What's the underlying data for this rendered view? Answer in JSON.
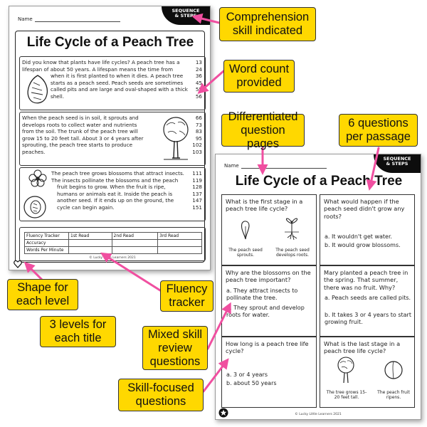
{
  "sheet1": {
    "name_label": "Name",
    "corner_line1": "SEQUENCE",
    "corner_line2": "& STEPS",
    "title": "Life Cycle of a Peach Tree",
    "passage1_lines": [
      "Did you know that plants have life cycles? A peach tree has a",
      "lifespan of about 50 years. A lifespan means the time from",
      "when it is first planted to when it dies. A peach tree",
      "starts as a peach seed. Peach seeds are sometimes",
      "called pits and are large and oval-shaped with a thick",
      "shell."
    ],
    "passage1_counts": [
      "13",
      "24",
      "36",
      "45",
      "55",
      "56"
    ],
    "passage2_lines": [
      "When the peach seed is in soil, it sprouts and",
      "develops roots to collect water and nutrients",
      "from the soil. The trunk of the peach tree will",
      "grow 15 to 20 feet tall. About 3 or 4 years after",
      "sprouting, the peach tree starts to produce",
      "peaches."
    ],
    "passage2_counts": [
      "66",
      "73",
      "83",
      "95",
      "102",
      "103"
    ],
    "passage3_lines": [
      "The peach tree grows blossoms that attract insects.",
      "The insects pollinate the blossoms and the peach",
      "fruit begins to grow. When the fruit is ripe,",
      "humans or animals eat it. Inside the peach is",
      "another seed. If it ends up on the ground, the",
      "cycle can begin again."
    ],
    "passage3_counts": [
      "111",
      "119",
      "128",
      "137",
      "147",
      "151"
    ],
    "fluency": {
      "headers": [
        "Fluency Tracker",
        "1st Read",
        "2nd Read",
        "3rd Read"
      ],
      "rows": [
        "Accuracy",
        "Words Per Minute"
      ]
    },
    "copyright": "© Lucky Little Learners 2021"
  },
  "sheet2": {
    "name_label": "Name",
    "corner_line1": "SEQUENCE",
    "corner_line2": "& STEPS",
    "title": "Life Cycle of a Peach Tree",
    "q1": {
      "text": "What is the first stage in a peach tree life cycle?",
      "cap_a": "The peach seed sprouts.",
      "cap_b": "The peach seed develops roots."
    },
    "q2": {
      "text": "What would happen if the peach seed didn't grow any roots?",
      "options": [
        "a.  It wouldn't get water.",
        "b.  It would grow blossoms."
      ]
    },
    "q3": {
      "text": "Why are the blossoms on the peach tree important?",
      "options": [
        "a.  They attract insects to pollinate the tree.",
        "b.  They sprout and develop roots for water."
      ]
    },
    "q4": {
      "text": "Mary planted a peach tree in the spring. That summer, there was no fruit. Why?",
      "options": [
        "a.  Peach seeds are called pits.",
        "b.  It takes 3 or 4 years to start growing fruit."
      ]
    },
    "q5": {
      "text": "How long is a peach tree life cycle?",
      "options": [
        "a.  3 or 4 years",
        "b.  about 50 years"
      ]
    },
    "q6": {
      "text": "What is the last stage in a peach tree life cycle?",
      "cap_a": "The tree grows 15-20 feet tall.",
      "cap_b": "The peach fruit ripens."
    },
    "copyright": "© Lucky Little Learners 2021"
  },
  "callouts": {
    "comprehension": "Comprehension skill indicated",
    "word_count": "Word count provided",
    "differentiated": "Differentiated question pages",
    "six_questions": "6 questions per passage",
    "shape_level": "Shape for each level",
    "three_levels": "3 levels for each title",
    "fluency_tracker": "Fluency tracker",
    "mixed_skill": "Mixed skill review questions",
    "skill_focused": "Skill-focused questions"
  },
  "colors": {
    "callout": "#ffd800",
    "arrow": "#f04fa0"
  }
}
